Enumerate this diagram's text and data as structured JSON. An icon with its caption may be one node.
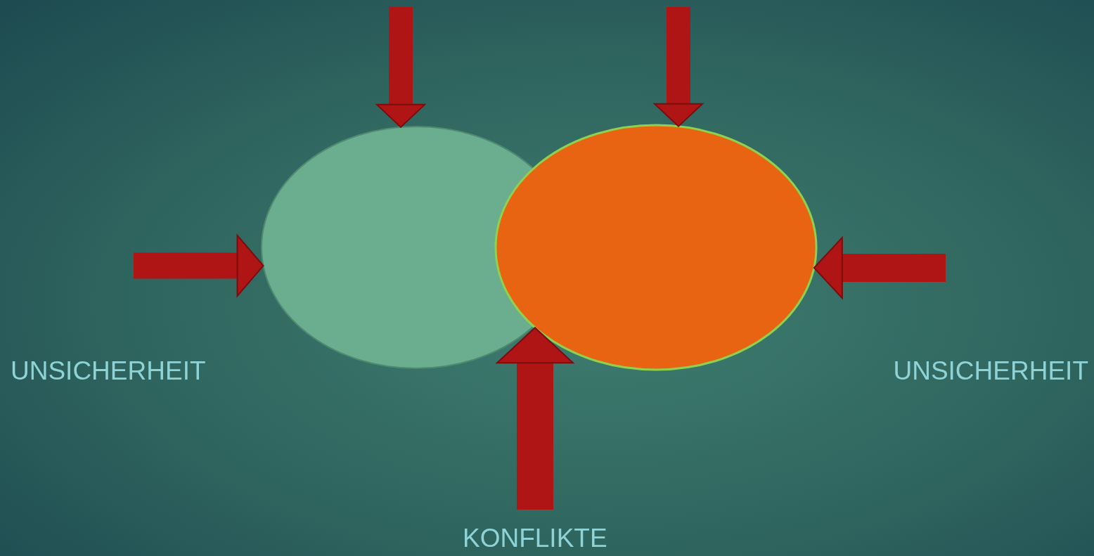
{
  "diagram": {
    "nodes": [
      {
        "text": [],
        "shape": "ellipse"
      },
      {
        "text": [],
        "shape": "ellipse"
      }
    ],
    "edges": [
      {
        "from": null,
        "to": 0,
        "arrow": "to"
      },
      {
        "from": null,
        "to": 1,
        "arrow": "to"
      },
      {
        "from": null,
        "to": 0,
        "arrow": "to"
      },
      {
        "from": null,
        "to": 1,
        "arrow": "to"
      },
      {
        "from": null,
        "to": 1,
        "arrow": "to"
      }
    ],
    "labels": [
      "UNSICHERHEIT",
      "UNSICHERHEIT",
      "KONFLIKTE"
    ]
  }
}
